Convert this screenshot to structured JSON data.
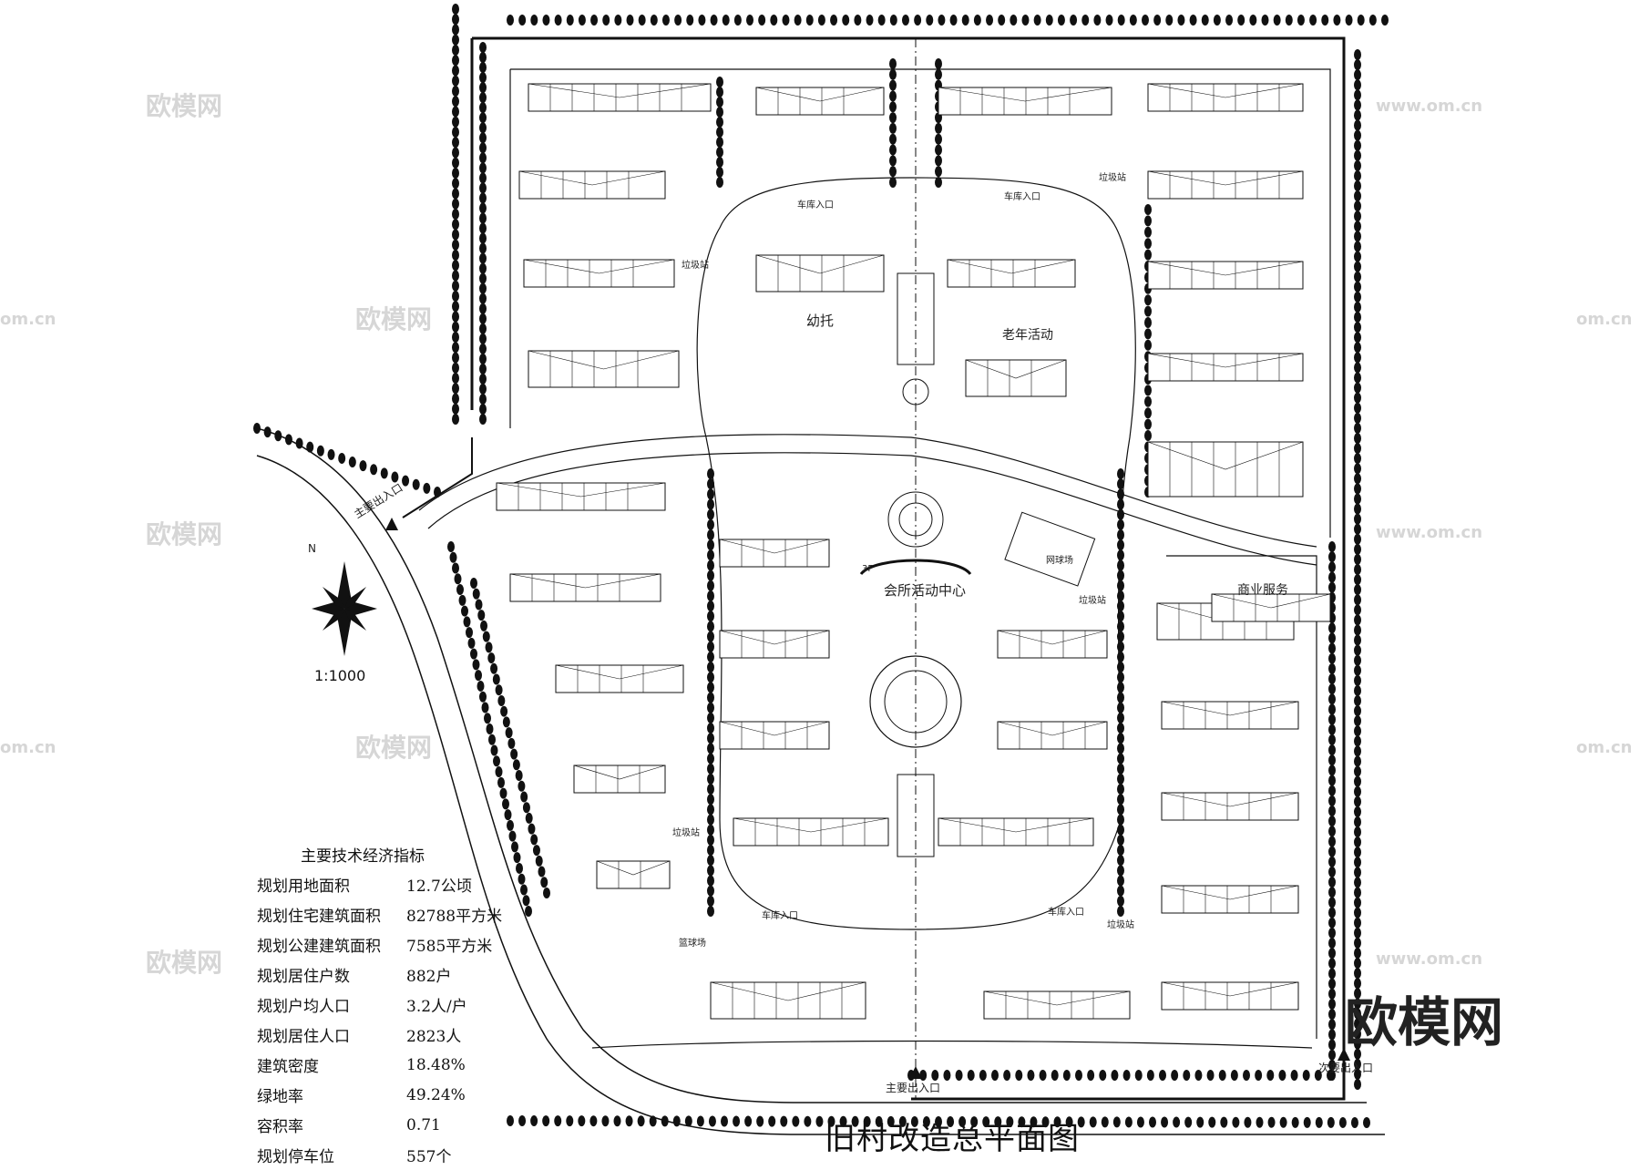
{
  "title": "旧村改造总平面图",
  "scale": "1:1000",
  "north": "N",
  "brand": "欧模网",
  "watermark": {
    "cn": "欧模网",
    "url": "www.om.cn",
    "short": "om.cn"
  },
  "indicators": {
    "title": "主要技术经济指标",
    "rows": [
      {
        "label": "规划用地面积",
        "value": "12.7公顷"
      },
      {
        "label": "规划住宅建筑面积",
        "value": "82788平方米"
      },
      {
        "label": "规划公建建筑面积",
        "value": "7585平方米"
      },
      {
        "label": "规划居住户数",
        "value": "882户"
      },
      {
        "label": "规划户均人口",
        "value": "3.2人/户"
      },
      {
        "label": "规划居住人口",
        "value": "2823人"
      },
      {
        "label": "建筑密度",
        "value": "18.48%"
      },
      {
        "label": "绿地率",
        "value": "49.24%"
      },
      {
        "label": "容积率",
        "value": "0.71"
      },
      {
        "label": "规划停车位",
        "value": "557个"
      }
    ]
  },
  "labels": {
    "main_entrance_south": "主要出入口",
    "main_entrance_west": "主要出入口",
    "secondary_entrance": "次要出入口",
    "kindergarten": "幼托",
    "clubhouse": "会所活动中心",
    "commercial": "商业服务",
    "elderly": "老年活动",
    "tennis": "网球场",
    "garage_entry": "车库入口",
    "trash": "垃圾站",
    "sports": "篮球场"
  },
  "legend_floor": "3F"
}
